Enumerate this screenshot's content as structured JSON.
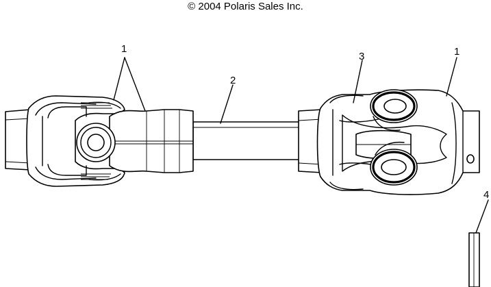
{
  "copyright": "© 2004 Polaris Sales Inc.",
  "callouts": {
    "left_yoke": "1",
    "shaft": "2",
    "center_joint": "3",
    "right_yoke": "1",
    "pin": "4"
  }
}
